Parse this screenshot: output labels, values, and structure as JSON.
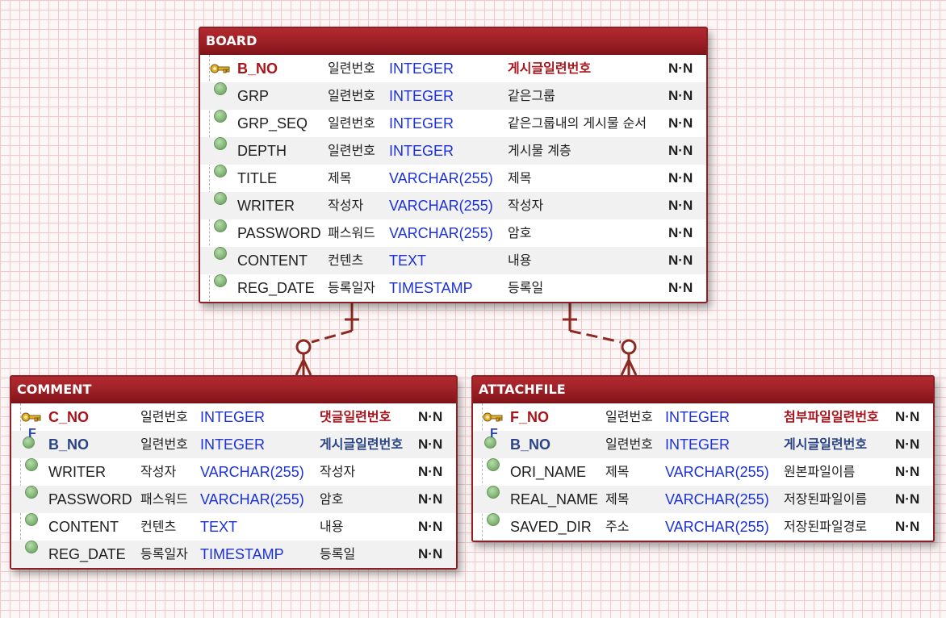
{
  "colors": {
    "header": "#9c1f25",
    "border": "#8e1f24",
    "type_text": "#1c31d6",
    "pk_text": "#a8141b",
    "fk_text": "#2b4485",
    "connector": "#8b2a22"
  },
  "tables": [
    {
      "name": "BOARD",
      "columns": [
        {
          "icon": "primary-key-icon",
          "key": "pk",
          "name": "B_NO",
          "logical": "일련번호",
          "type": "INTEGER",
          "comment": "게시글일련번호",
          "null": "N·N"
        },
        {
          "icon": "column-dot-icon",
          "key": "",
          "name": "GRP",
          "logical": "일련번호",
          "type": "INTEGER",
          "comment": "같은그룹",
          "null": "N·N"
        },
        {
          "icon": "column-dot-icon",
          "key": "",
          "name": "GRP_SEQ",
          "logical": "일련번호",
          "type": "INTEGER",
          "comment": "같은그룹내의 게시물 순서",
          "null": "N·N"
        },
        {
          "icon": "column-dot-icon",
          "key": "",
          "name": "DEPTH",
          "logical": "일련번호",
          "type": "INTEGER",
          "comment": "게시물 계층",
          "null": "N·N"
        },
        {
          "icon": "column-dot-icon",
          "key": "",
          "name": "TITLE",
          "logical": "제목",
          "type": "VARCHAR(255)",
          "comment": "제목",
          "null": "N·N"
        },
        {
          "icon": "column-dot-icon",
          "key": "",
          "name": "WRITER",
          "logical": "작성자",
          "type": "VARCHAR(255)",
          "comment": "작성자",
          "null": "N·N"
        },
        {
          "icon": "column-dot-icon",
          "key": "",
          "name": "PASSWORD",
          "logical": "패스워드",
          "type": "VARCHAR(255)",
          "comment": "암호",
          "null": "N·N"
        },
        {
          "icon": "column-dot-icon",
          "key": "",
          "name": "CONTENT",
          "logical": "컨텐츠",
          "type": "TEXT",
          "comment": "내용",
          "null": "N·N"
        },
        {
          "icon": "column-dot-icon",
          "key": "",
          "name": "REG_DATE",
          "logical": "등록일자",
          "type": "TIMESTAMP",
          "comment": "등록일",
          "null": "N·N"
        }
      ]
    },
    {
      "name": "COMMENT",
      "columns": [
        {
          "icon": "primary-key-icon",
          "key": "pk",
          "name": "C_NO",
          "logical": "일련번호",
          "type": "INTEGER",
          "comment": "댓글일련번호",
          "null": "N·N"
        },
        {
          "icon": "foreign-key-icon",
          "key": "fk",
          "name": "B_NO",
          "logical": "일련번호",
          "type": "INTEGER",
          "comment": "게시글일련번호",
          "null": "N·N"
        },
        {
          "icon": "column-dot-icon",
          "key": "",
          "name": "WRITER",
          "logical": "작성자",
          "type": "VARCHAR(255)",
          "comment": "작성자",
          "null": "N·N"
        },
        {
          "icon": "column-dot-icon",
          "key": "",
          "name": "PASSWORD",
          "logical": "패스워드",
          "type": "VARCHAR(255)",
          "comment": "암호",
          "null": "N·N"
        },
        {
          "icon": "column-dot-icon",
          "key": "",
          "name": "CONTENT",
          "logical": "컨텐츠",
          "type": "TEXT",
          "comment": "내용",
          "null": "N·N"
        },
        {
          "icon": "column-dot-icon",
          "key": "",
          "name": "REG_DATE",
          "logical": "등록일자",
          "type": "TIMESTAMP",
          "comment": "등록일",
          "null": "N·N"
        }
      ]
    },
    {
      "name": "ATTACHFILE",
      "columns": [
        {
          "icon": "primary-key-icon",
          "key": "pk",
          "name": "F_NO",
          "logical": "일련번호",
          "type": "INTEGER",
          "comment": "첨부파일일련번호",
          "null": "N·N"
        },
        {
          "icon": "foreign-key-icon",
          "key": "fk",
          "name": "B_NO",
          "logical": "일련번호",
          "type": "INTEGER",
          "comment": "게시글일련번호",
          "null": "N·N"
        },
        {
          "icon": "column-dot-icon",
          "key": "",
          "name": "ORI_NAME",
          "logical": "제목",
          "type": "VARCHAR(255)",
          "comment": "원본파일이름",
          "null": "N·N"
        },
        {
          "icon": "column-dot-icon",
          "key": "",
          "name": "REAL_NAME",
          "logical": "제목",
          "type": "VARCHAR(255)",
          "comment": "저장된파일이름",
          "null": "N·N"
        },
        {
          "icon": "column-dot-icon",
          "key": "",
          "name": "SAVED_DIR",
          "logical": "주소",
          "type": "VARCHAR(255)",
          "comment": "저장된파일경로",
          "null": "N·N"
        }
      ]
    }
  ],
  "relationships": [
    {
      "from": "BOARD",
      "to": "COMMENT",
      "cardinality": "one-to-zero-or-many"
    },
    {
      "from": "BOARD",
      "to": "ATTACHFILE",
      "cardinality": "one-to-zero-or-many"
    }
  ]
}
